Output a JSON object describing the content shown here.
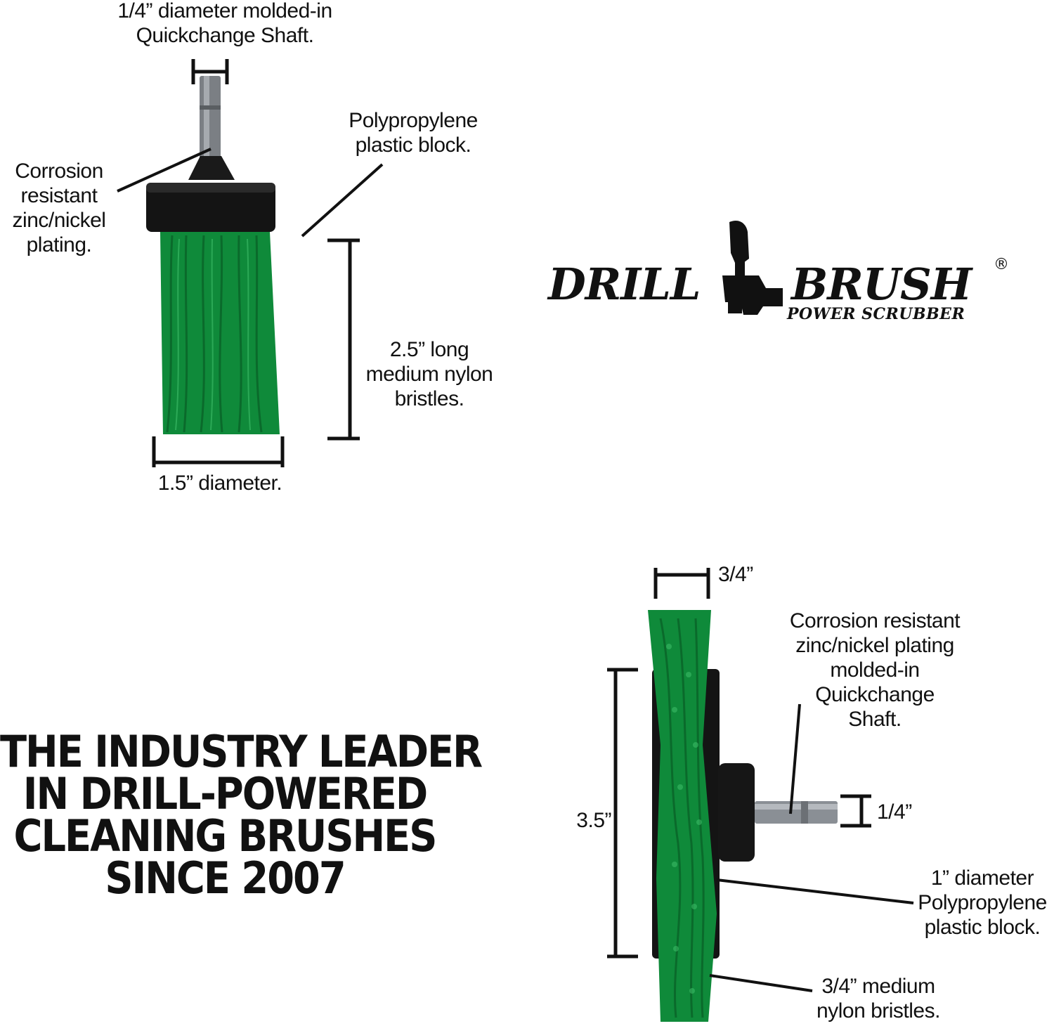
{
  "top_brush": {
    "shaft_label": "1/4” diameter molded-in\nQuickchange Shaft.",
    "plating_label": "Corrosion\nresistant\nzinc/nickel\nplating.",
    "block_label": "Polypropylene\nplastic block.",
    "bristle_length_label": "2.5” long\nmedium nylon\nbristles.",
    "diameter_label": "1.5” diameter."
  },
  "logo": {
    "word_left": "DRILL",
    "word_right": "BRUSH",
    "subtitle": "POWER SCRUBBER",
    "registered": "®"
  },
  "tagline": {
    "lines": [
      "THE INDUSTRY LEADER",
      "IN DRILL-POWERED",
      "CLEANING BRUSHES",
      "SINCE 2007"
    ]
  },
  "bottom_brush": {
    "width_label": "3/4”",
    "plating_label": "Corrosion resistant\nzinc/nickel plating\nmolded-in\nQuickchange\nShaft.",
    "shaft_label": "1/4”",
    "diameter_label": "3.5”",
    "block_label": "1” diameter\nPolypropylene\nplastic block.",
    "bristle_label": "3/4” medium\nnylon bristles."
  },
  "colors": {
    "bristle_green": "#0f8a3a",
    "bristle_dark": "#0a6a2b",
    "block_black": "#141414",
    "shaft_gray": "#8a8f95"
  }
}
